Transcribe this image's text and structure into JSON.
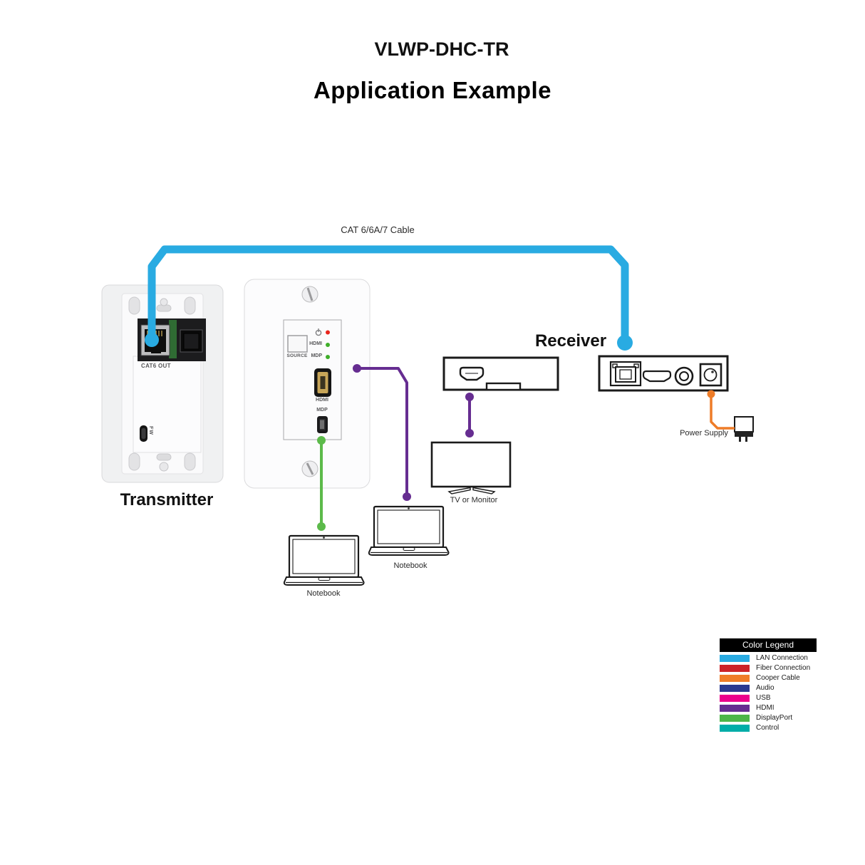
{
  "title": "VLWP-DHC-TR",
  "subtitle": "Application Example",
  "cable_label": "CAT 6/6A/7 Cable",
  "transmitter": {
    "label": "Transmitter",
    "cat6_out_label": "CAT6 OUT",
    "fw_label": "FW"
  },
  "wallplate": {
    "source_button_label": "SOURCE",
    "hdmi_indicator_label": "HDMI",
    "mdp_indicator_label": "MDP",
    "hdmi_port_label": "HDMI",
    "mdp_port_label": "MDP"
  },
  "receiver": {
    "label": "Receiver"
  },
  "devices": {
    "tv_label": "TV or Monitor",
    "notebook1_label": "Notebook",
    "notebook2_label": "Notebook",
    "power_supply_label": "Power Supply"
  },
  "colors": {
    "lan": "#29ABE2",
    "hdmi": "#662D91",
    "displayport": "#5CBA4A",
    "copper": "#EE7C28",
    "led_red": "#E8251C",
    "led_green": "#3FAE29",
    "outline": "#1A1A1A"
  },
  "legend": {
    "header": "Color Legend",
    "items": [
      {
        "label": "LAN Connection",
        "color": "#29ABE2"
      },
      {
        "label": "Fiber Connection",
        "color": "#CC2228"
      },
      {
        "label": "Cooper Cable",
        "color": "#F07D28"
      },
      {
        "label": "Audio",
        "color": "#2B3990"
      },
      {
        "label": "USB",
        "color": "#EC008C"
      },
      {
        "label": "HDMI",
        "color": "#662D91"
      },
      {
        "label": "DisplayPort",
        "color": "#4CB648"
      },
      {
        "label": "Control",
        "color": "#00ADA8"
      }
    ]
  }
}
